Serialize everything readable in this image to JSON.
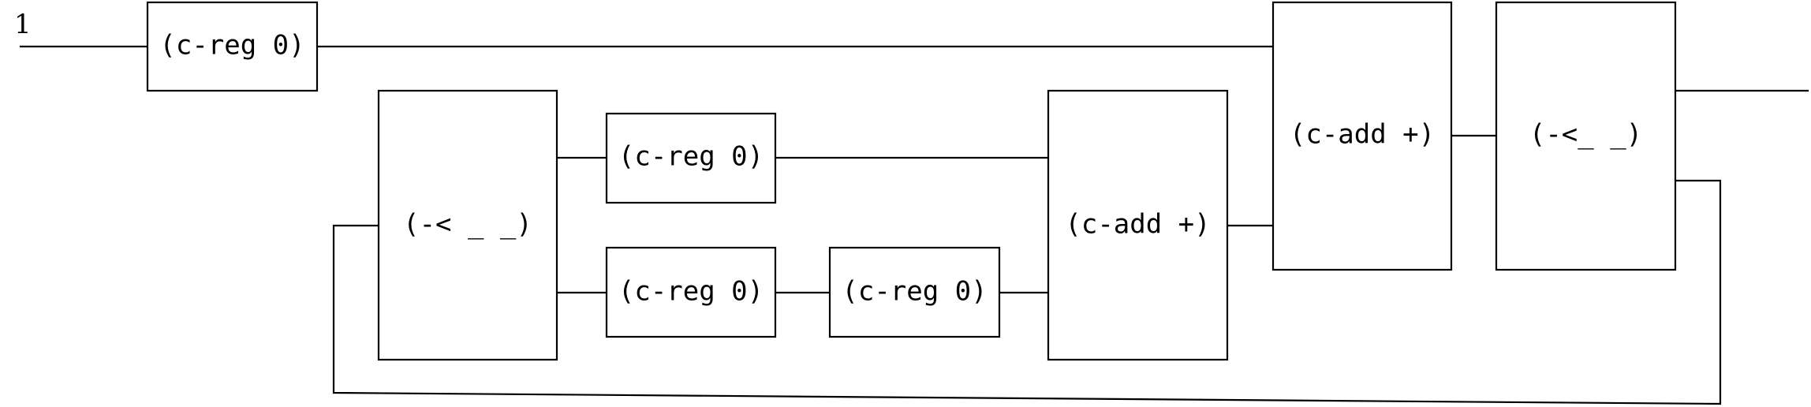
{
  "diagram": {
    "input_label": "1",
    "blocks": {
      "top_reg": "(c-reg 0)",
      "fork_left": "(-< _ _)",
      "mid_reg_upper": "(c-reg 0)",
      "mid_reg_lower_a": "(c-reg 0)",
      "mid_reg_lower_b": "(c-reg 0)",
      "add_inner": "(c-add +)",
      "add_outer": "(c-add +)",
      "fork_right": "(-<_ _)"
    }
  }
}
